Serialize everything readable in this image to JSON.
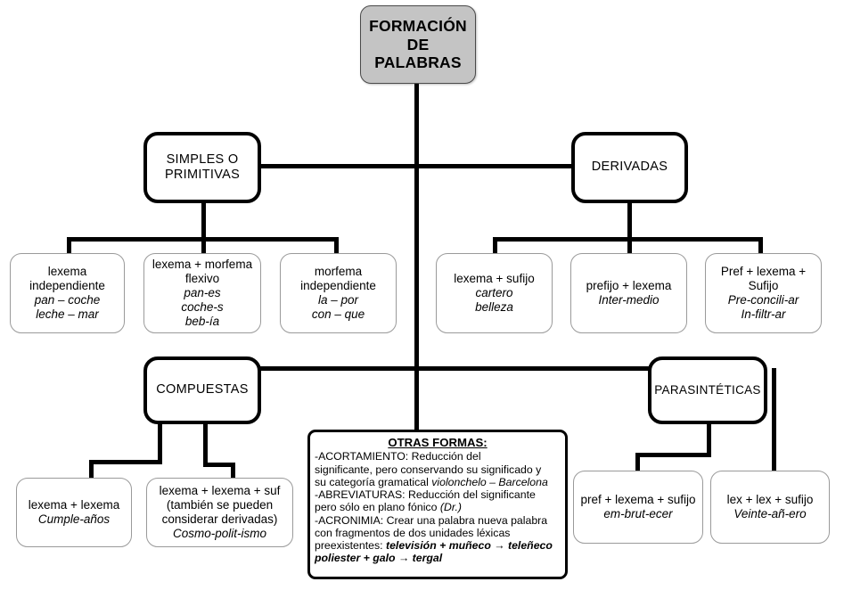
{
  "diagram": {
    "title": "FORMACIÓN DE PALABRAS",
    "root": {
      "label": "FORMACIÓN\nDE\nPALABRAS"
    },
    "categories": {
      "simples": "SIMPLES O\nPRIMITIVAS",
      "derivadas": "DERIVADAS",
      "compuestas": "COMPUESTAS",
      "parasinteticas": "PARASINTÉTICAS"
    },
    "simples_children": [
      {
        "head": "lexema\nindependiente",
        "examples": "pan – coche\nleche – mar"
      },
      {
        "head": "lexema + morfema\nflexivo",
        "examples": "pan-es\ncoche-s\nbeb-ía"
      },
      {
        "head": "morfema\nindependiente",
        "examples": "la – por\ncon – que"
      }
    ],
    "derivadas_children": [
      {
        "head": "lexema + sufijo",
        "examples": "cartero\nbelleza"
      },
      {
        "head": "prefijo + lexema",
        "examples": "Inter-medio"
      },
      {
        "head": "Pref + lexema +\nSufijo",
        "examples": "Pre-concili-ar\nIn-filtr-ar"
      }
    ],
    "compuestas_children": [
      {
        "head": "lexema + lexema",
        "examples": "Cumple-años"
      },
      {
        "head": "lexema + lexema + suf\n(también se pueden\nconsiderar derivadas)",
        "examples": "Cosmo-polit-ismo"
      }
    ],
    "parasinteticas_children": [
      {
        "head": "pref + lexema + sufijo",
        "examples": "em-brut-ecer"
      },
      {
        "head": "lex + lex + sufijo",
        "examples": "Veinte-añ-ero"
      }
    ],
    "notes": {
      "header": "OTRAS FORMAS:",
      "line1": "-ACORTAMIENTO: Reducción del",
      "line2": "significante, pero conservando su significado y",
      "line3_plain": "su categoría gramatical ",
      "line3_italic": "violonchelo – Barcelona",
      "line4": "-ABREVIATURAS: Reducción del  significante",
      "line5_plain": "pero sólo en plano fónico ",
      "line5_italic": "(Dr.)",
      "line6": "-ACRONIMIA: Crear una palabra nueva palabra",
      "line7": "con fragmentos de dos unidades léxicas",
      "line8_plain": "preexistentes: ",
      "line8_italic": "televisión + muñeco → teleñeco",
      "line9_italic": "poliester + galo → tergal"
    },
    "colors": {
      "root_fill": "#c4c4c4",
      "line": "#000000",
      "leaf_border": "#9a9a9a",
      "background": "#ffffff"
    }
  }
}
